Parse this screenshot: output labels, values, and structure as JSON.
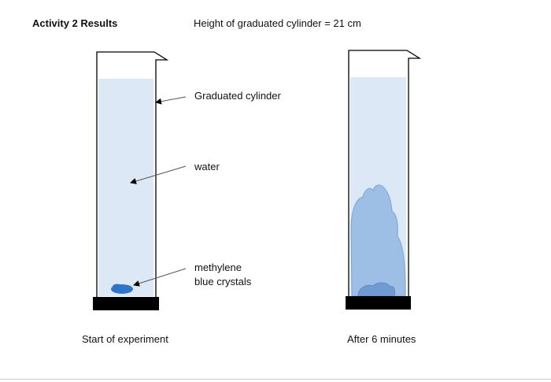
{
  "title": "Activity 2 Results",
  "height_note": "Height of graduated cylinder = 21 cm",
  "labels": {
    "graduated_cylinder": "Graduated cylinder",
    "water": "water",
    "crystals_line1": "methylene",
    "crystals_line2": "blue crystals"
  },
  "captions": {
    "start": "Start of experiment",
    "after": "After 6 minutes"
  },
  "colors": {
    "water": "#dce8f5",
    "crystals": "#2f74c7",
    "diffusion": "#9dbfe6",
    "base": "#000000"
  }
}
